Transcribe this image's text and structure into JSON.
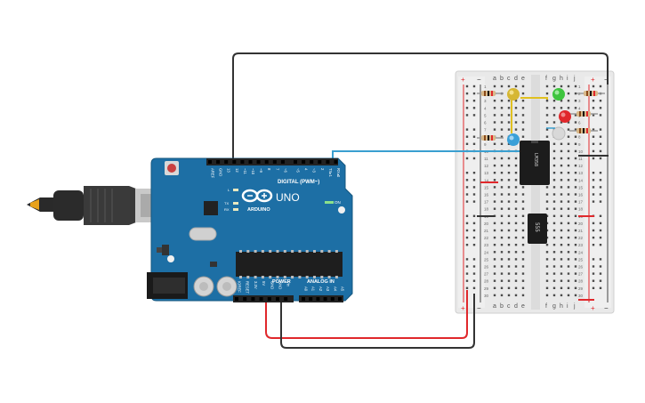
{
  "arduino": {
    "brand": "ARDUINO",
    "model": "UNO",
    "digital_header_label": "DIGITAL (PWM~)",
    "power_label": "POWER",
    "analog_label": "ANALOG IN",
    "on_label": "ON",
    "led_labels": [
      "L",
      "TX",
      "RX"
    ],
    "digital_pins": [
      "AREF",
      "GND",
      "13",
      "12",
      "~11",
      "~10",
      "~9",
      "8",
      "7",
      "~6",
      "~5",
      "4",
      "~3",
      "2",
      "TX▸1",
      "RX◂0"
    ],
    "power_pins": [
      "IOREF",
      "RESET",
      "3.3V",
      "5V",
      "GND",
      "GND",
      "Vin"
    ],
    "analog_pins": [
      "A0",
      "A1",
      "A2",
      "A3",
      "A4",
      "A5"
    ],
    "colors": {
      "board": "#1d6fa5",
      "board_edge": "#15577f",
      "header": "#222222"
    }
  },
  "breadboard": {
    "col_labels_left": [
      "a",
      "b",
      "c",
      "d",
      "e"
    ],
    "col_labels_right": [
      "f",
      "g",
      "h",
      "i",
      "j"
    ],
    "rail_plus": "+",
    "rail_minus": "−",
    "row_numbers": [
      "1",
      "2",
      "3",
      "4",
      "5",
      "6",
      "7",
      "8",
      "9",
      "10",
      "11",
      "12",
      "13",
      "14",
      "15",
      "16",
      "17",
      "18",
      "19",
      "20",
      "21",
      "22",
      "23",
      "24",
      "25",
      "26",
      "27",
      "28",
      "29",
      "30"
    ]
  },
  "chips": {
    "upper_label": "LM358",
    "lower_label": "555"
  },
  "leds": {
    "colors": {
      "yellow": "#d6b733",
      "green": "#3ec43e",
      "red": "#e0282c",
      "blue": "#3aa0d8",
      "white": "#d8d8d8"
    }
  },
  "wires": {
    "colors": {
      "black": "#333333",
      "red": "#e0282c",
      "blue": "#3a9fd0",
      "yellow": "#e0c020"
    }
  }
}
